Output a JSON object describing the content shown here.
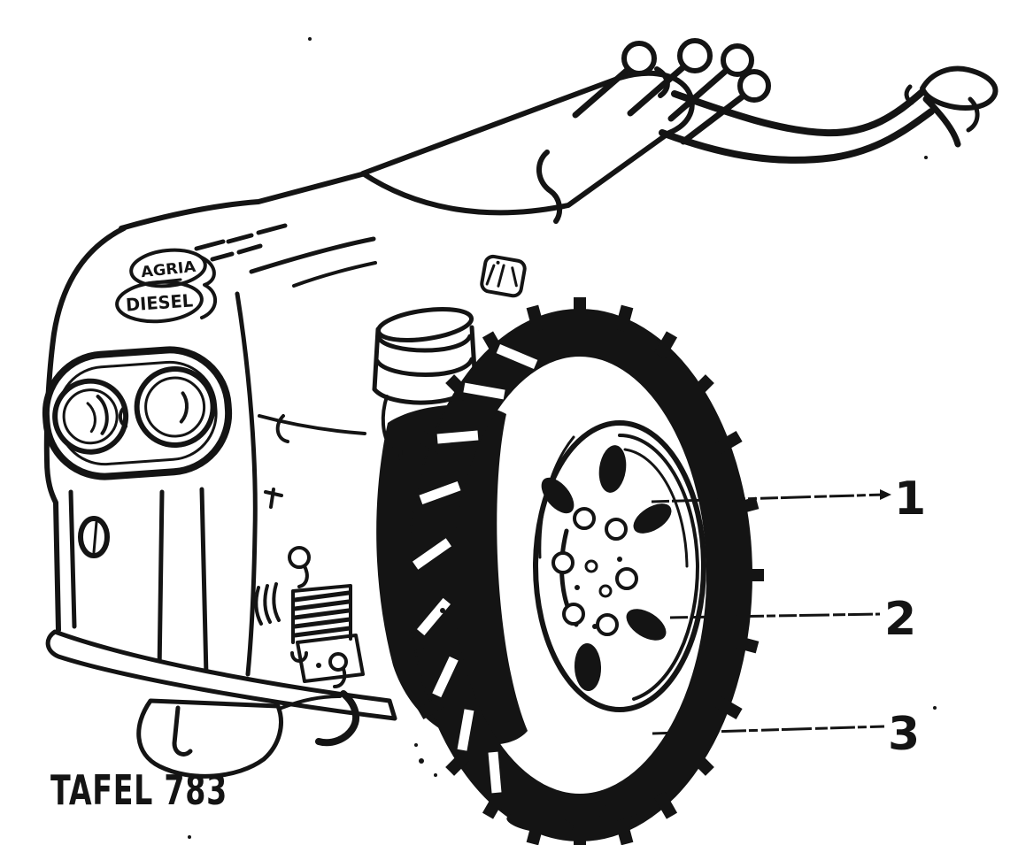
{
  "figure": {
    "plate_label": "TAFEL 783"
  },
  "machine": {
    "badge": {
      "line1": "AGRIA",
      "line2": "DIESEL"
    }
  },
  "callouts": [
    {
      "number": "1",
      "points_to": "wheel-hub"
    },
    {
      "number": "2",
      "points_to": "wheel-rim"
    },
    {
      "number": "3",
      "points_to": "tire"
    }
  ],
  "colors": {
    "ink": "#141414",
    "paper": "#ffffff"
  }
}
